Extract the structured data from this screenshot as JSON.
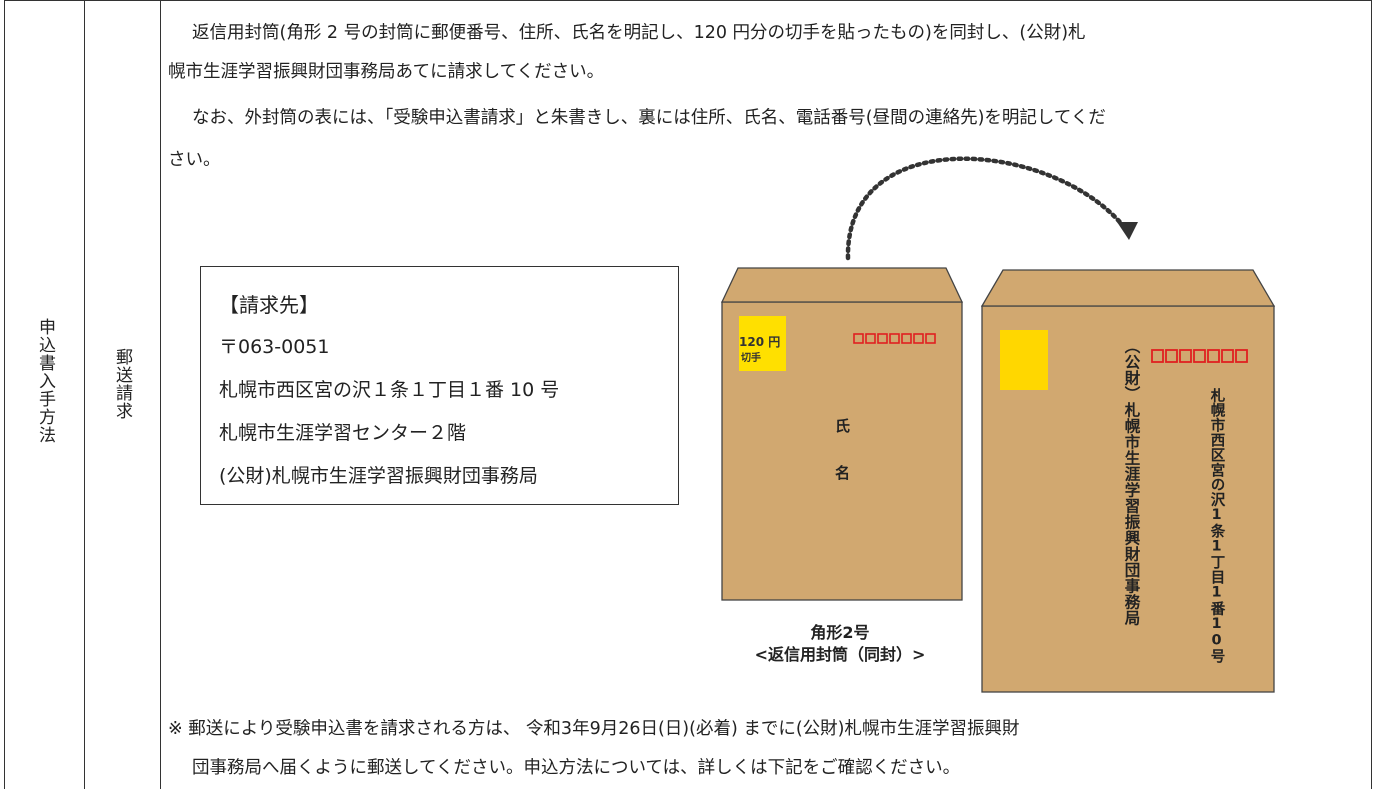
{
  "row": {
    "category": "申込書入手方法",
    "subcategory": "郵送請求"
  },
  "content": {
    "para1_line1": "返信用封筒(角形 2 号の封筒に郵便番号、住所、氏名を明記し、120 円分の切手を貼ったもの)を同封し、(公財)札",
    "para1_line2": "幌市生涯学習振興財団事務局あてに請求してください。",
    "para2_line1": "なお、外封筒の表には、「受験申込書請求」と朱書きし、裏には住所、氏名、電話番号(昼間の連絡先)を明記してくだ",
    "para2_line2": "さい。",
    "address_box": {
      "heading": "【請求先】",
      "postal": "〒063-0051",
      "address": "札幌市西区宮の沢１条１丁目１番 10 号",
      "building": "札幌市生涯学習センター２階",
      "organization": "(公財)札幌市生涯学習振興財団事務局"
    },
    "return_envelope": {
      "stamp_label_1": "120 円",
      "stamp_label_2": "切手",
      "name_char_1": "氏",
      "name_char_2": "名",
      "caption_1": "角形2号",
      "caption_2": "<返信用封筒（同封）>"
    },
    "outer_envelope": {
      "organization_vertical": "（公財）札幌市生涯学習振興財団事務局",
      "address_vertical": "札幌市西区宮の沢1条1丁目1番10号"
    },
    "note_line1": "※  郵送により受験申込書を請求される方は、 令和3年9月26日(日)(必着)  までに(公財)札幌市生涯学習振興財",
    "note_line2": "団事務局へ届くように郵送してください。申込方法については、詳しくは下記をご確認ください。"
  },
  "colors": {
    "envelope_fill": "#d1a870",
    "envelope_stroke": "#444444",
    "stamp_yellow": "#ffe000",
    "postal_red": "#e02020"
  }
}
